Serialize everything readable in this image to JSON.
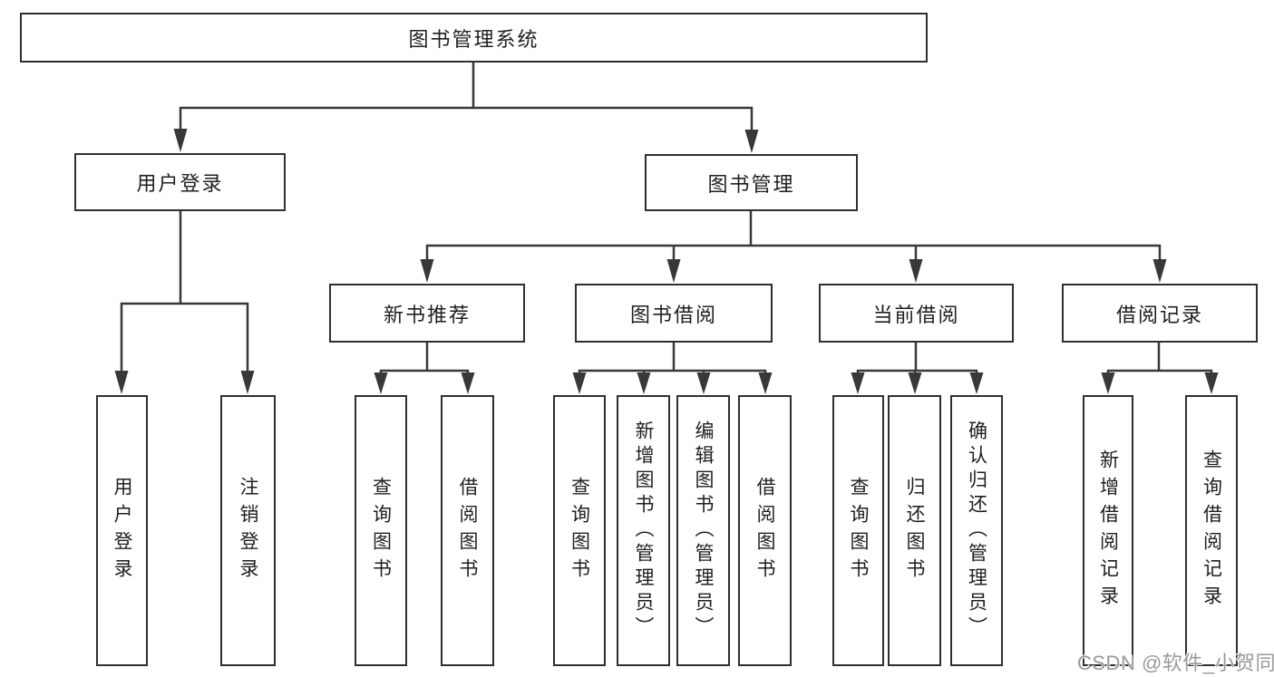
{
  "diagram": {
    "root": {
      "label": "图书管理系统"
    },
    "level2": [
      {
        "id": "user-login",
        "label": "用户登录"
      },
      {
        "id": "book-management",
        "label": "图书管理"
      }
    ],
    "level3": [
      {
        "id": "new-book-recommend",
        "label": "新书推荐",
        "parent": "book-management"
      },
      {
        "id": "book-borrow",
        "label": "图书借阅",
        "parent": "book-management"
      },
      {
        "id": "current-borrow",
        "label": "当前借阅",
        "parent": "book-management"
      },
      {
        "id": "borrow-records",
        "label": "借阅记录",
        "parent": "book-management"
      }
    ],
    "leaves": [
      {
        "id": "leaf-user-login",
        "label": "用户登录",
        "parent": "user-login"
      },
      {
        "id": "leaf-logout",
        "label": "注销登录",
        "parent": "user-login"
      },
      {
        "id": "leaf-query-book-1",
        "label": "查询图书",
        "parent": "new-book-recommend"
      },
      {
        "id": "leaf-borrow-book-1",
        "label": "借阅图书",
        "parent": "new-book-recommend"
      },
      {
        "id": "leaf-query-book-2",
        "label": "查询图书",
        "parent": "book-borrow"
      },
      {
        "id": "leaf-add-book-admin",
        "label": "新增图书（管理员）",
        "parent": "book-borrow"
      },
      {
        "id": "leaf-edit-book-admin",
        "label": "编辑图书（管理员）",
        "parent": "book-borrow"
      },
      {
        "id": "leaf-borrow-book-2",
        "label": "借阅图书",
        "parent": "book-borrow"
      },
      {
        "id": "leaf-query-book-3",
        "label": "查询图书",
        "parent": "current-borrow"
      },
      {
        "id": "leaf-return-book",
        "label": "归还图书",
        "parent": "current-borrow"
      },
      {
        "id": "leaf-confirm-return-admin",
        "label": "确认归还（管理员）",
        "parent": "current-borrow"
      },
      {
        "id": "leaf-add-borrow-record",
        "label": "新增借阅记录",
        "parent": "borrow-records"
      },
      {
        "id": "leaf-query-borrow-record",
        "label": "查询借阅记录",
        "parent": "borrow-records"
      }
    ],
    "watermark": "CSDN @软件_小贺同学",
    "colors": {
      "line": "#383838",
      "box_border": "#2f2f2f",
      "text": "#1f1f1f",
      "watermark": "#9a9a9a",
      "background": "#ffffff"
    }
  }
}
